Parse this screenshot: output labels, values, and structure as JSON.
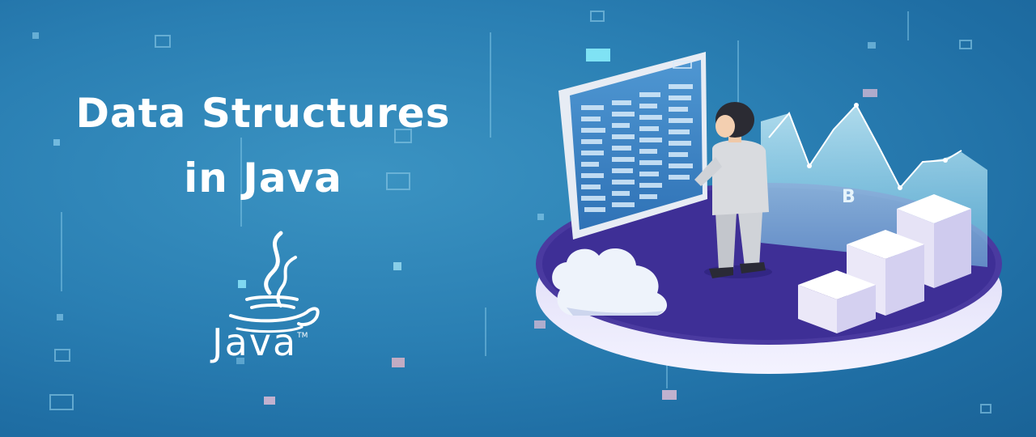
{
  "banner": {
    "title_line1": "Data Structures",
    "title_line2": "in Java",
    "java_wordmark": "Java",
    "trademark": "TM",
    "platform_letter": "B"
  },
  "colors": {
    "background": "#2a7fb3",
    "platform_top": "#4a3aa0",
    "platform_side": "#c9c6ee",
    "screen": "#3d86c6",
    "text": "#ffffff"
  },
  "icons": [
    "java-cup-icon",
    "cloud-icon",
    "person-figure",
    "binary-screen"
  ]
}
